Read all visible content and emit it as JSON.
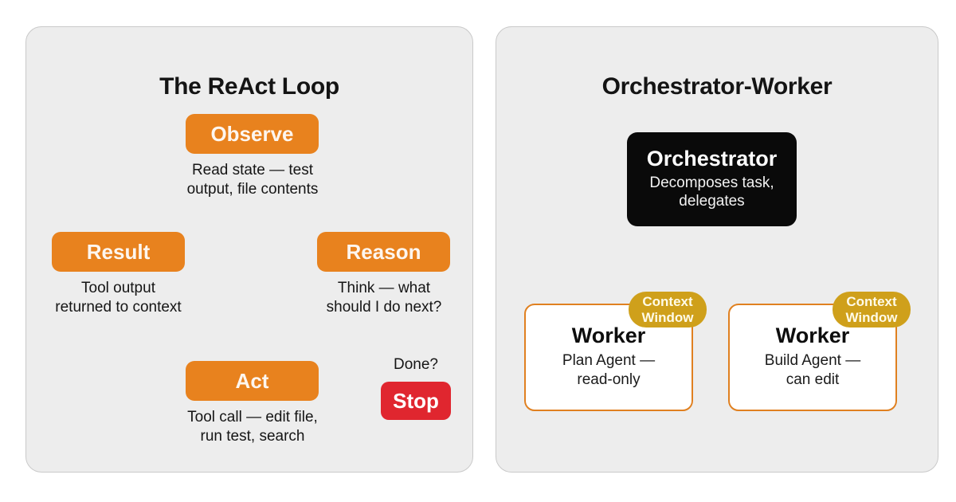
{
  "panels": [
    {
      "id": "react-loop",
      "title": "The ReAct Loop",
      "nodes": [
        {
          "label": "Observe",
          "caption": "Read state — test\noutput, file contents"
        },
        {
          "label": "Reason",
          "caption": "Think — what\nshould I do next?"
        },
        {
          "label": "Act",
          "caption": "Tool call — edit file,\nrun test, search"
        },
        {
          "label": "Result",
          "caption": "Tool output\nreturned to context"
        },
        {
          "label": "Stop",
          "caption": ""
        }
      ],
      "observe_label": "Observe",
      "observe_caption_line1": "Read state — test",
      "observe_caption_line2": "output, file contents",
      "reason_label": "Reason",
      "reason_caption_line1": "Think — what",
      "reason_caption_line2": "should I do next?",
      "act_label": "Act",
      "act_caption_line1": "Tool call — edit file,",
      "act_caption_line2": "run test, search",
      "result_label": "Result",
      "result_caption_line1": "Tool output",
      "result_caption_line2": "returned to context",
      "stop_label": "Stop",
      "done_label": "Done?"
    },
    {
      "id": "orchestrator-worker",
      "title": "Orchestrator-Worker",
      "orchestrator_label": "Orchestrator",
      "orchestrator_caption_line1": "Decomposes task,",
      "orchestrator_caption_line2": "delegates",
      "workers": [
        {
          "label": "Worker",
          "caption_line1": "Plan Agent —",
          "caption_line2": "read-only",
          "badge_line1": "Context",
          "badge_line2": "Window"
        },
        {
          "label": "Worker",
          "caption_line1": "Build Agent —",
          "caption_line2": "can edit",
          "badge_line1": "Context",
          "badge_line2": "Window"
        }
      ]
    }
  ],
  "colors": {
    "orange": "#e8821e",
    "orange_border": "#e08020",
    "red": "#e0262f",
    "gold": "#cfa01b",
    "black": "#0a0a0a",
    "panel_bg": "#ededed",
    "panel_border": "#c9c9c9",
    "page_bg": "#ffffff"
  }
}
